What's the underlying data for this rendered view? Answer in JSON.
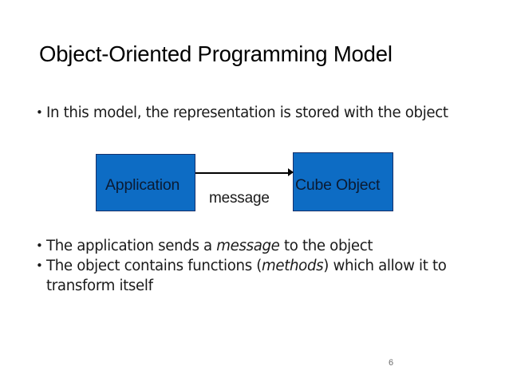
{
  "slide": {
    "title": "Object-Oriented Programming Model",
    "page_number": "6",
    "background_color": "#ffffff"
  },
  "bullets_top": [
    {
      "marker": "•",
      "parts": [
        {
          "text": "In this model, the representation is stored with the object",
          "italic": false
        }
      ]
    }
  ],
  "bullets_bottom": [
    {
      "marker": "•",
      "parts": [
        {
          "text": "The application sends a ",
          "italic": false
        },
        {
          "text": "message",
          "italic": true
        },
        {
          "text": " to the object",
          "italic": false
        }
      ]
    },
    {
      "marker": "•",
      "parts": [
        {
          "text": "The object contains functions (",
          "italic": false
        },
        {
          "text": "methods",
          "italic": true
        },
        {
          "text": ") which allow it to transform itself",
          "italic": false
        }
      ]
    }
  ],
  "diagram": {
    "box_fill_color": "#0d6cc4",
    "box_border_color": "#16306b",
    "nodes": [
      {
        "id": "application",
        "label": "Application"
      },
      {
        "id": "cube-object",
        "label": "Cube Object"
      }
    ],
    "edge": {
      "label": "message",
      "from": "application",
      "to": "cube-object",
      "color": "#000000",
      "arrowhead": "triangle-right"
    }
  }
}
